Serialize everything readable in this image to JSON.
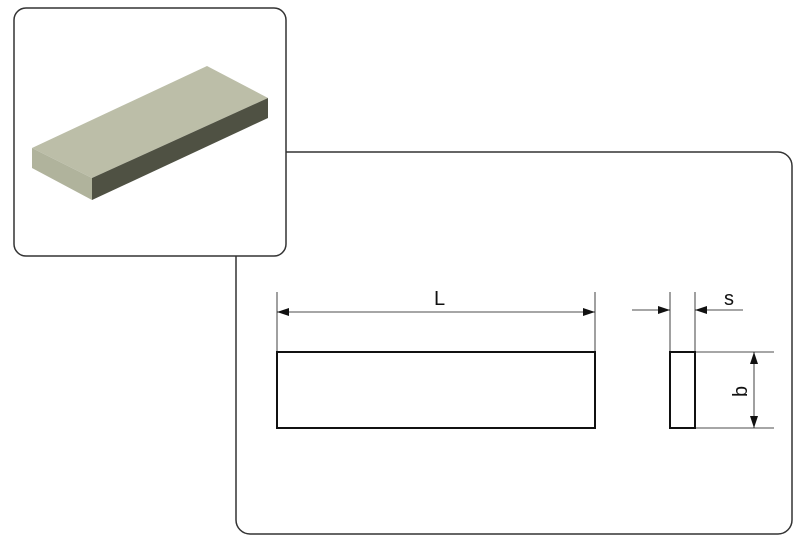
{
  "diagram": {
    "dimensions": {
      "length_label": "L",
      "thickness_label": "s",
      "width_label": "b"
    },
    "colors": {
      "top_face": "#bcbea8",
      "left_face": "#b0b39c",
      "front_face": "#4f5143",
      "outline": "#222222"
    }
  }
}
